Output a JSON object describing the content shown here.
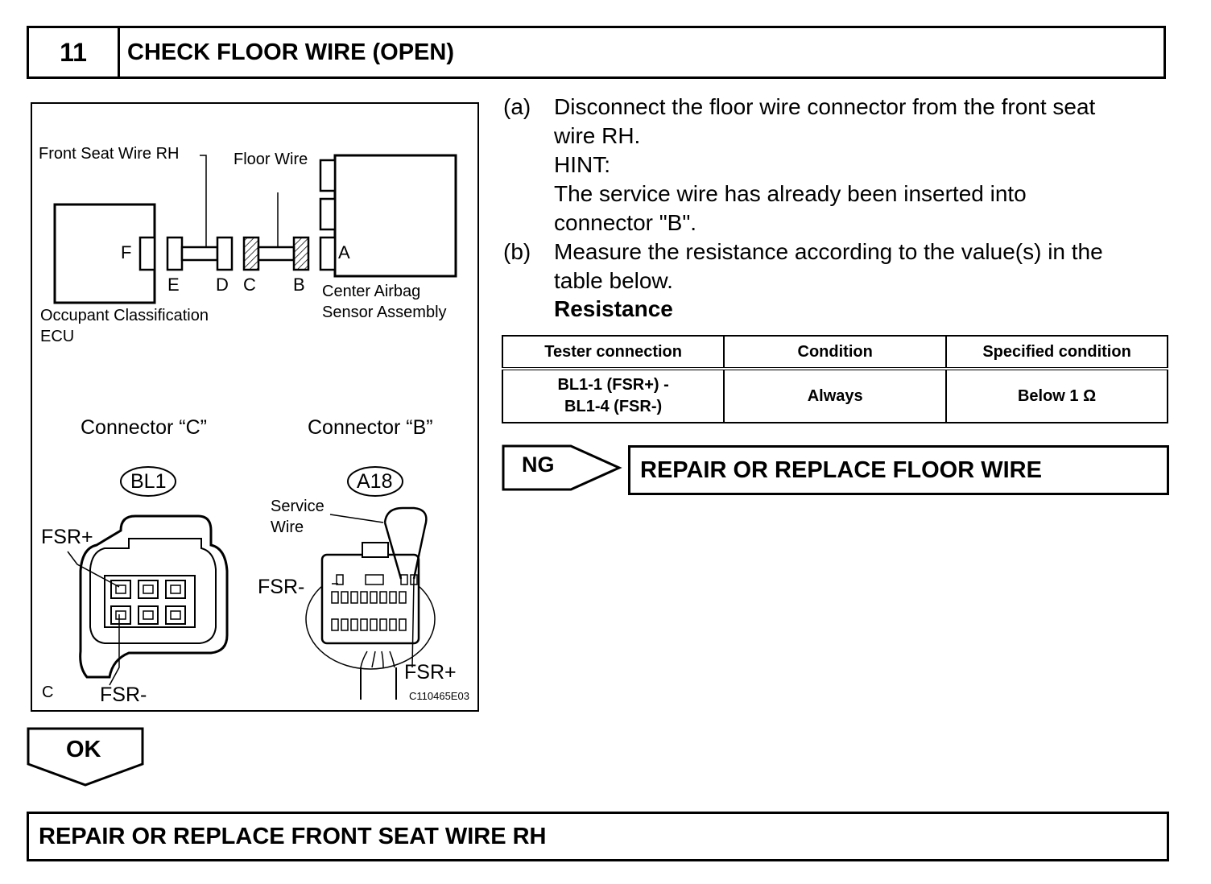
{
  "step": {
    "number": "11",
    "title": "CHECK FLOOR WIRE (OPEN)"
  },
  "figure": {
    "labels": {
      "front_seat_wire_rh": "Front Seat Wire RH",
      "floor_wire": "Floor Wire",
      "occupant_ecu_line1": "Occupant Classification",
      "occupant_ecu_line2": "ECU",
      "airbag_sensor_line1": "Center Airbag",
      "airbag_sensor_line2": "Sensor Assembly",
      "letter_f": "F",
      "letter_e": "E",
      "letter_d": "D",
      "letter_c": "C",
      "letter_b": "B",
      "letter_a": "A",
      "connector_c_title": "Connector “C”",
      "connector_b_title": "Connector “B”",
      "bl1": "BL1",
      "a18": "A18",
      "fsr_plus_left": "FSR+",
      "fsr_minus_left": "FSR-",
      "c_bottom": "C",
      "service_wire_line1": "Service",
      "service_wire_line2": "Wire",
      "fsr_minus_right": "FSR-",
      "fsr_plus_right": "FSR+",
      "code": "C110465E03"
    }
  },
  "instructions": [
    {
      "marker": "(a)",
      "lines": [
        "Disconnect the floor wire connector from the front seat",
        "wire RH.",
        "HINT:",
        "The service wire has already been inserted into",
        "connector \"B\"."
      ]
    },
    {
      "marker": "(b)",
      "lines": [
        "Measure the resistance according to the value(s) in the",
        "table below."
      ]
    }
  ],
  "resistance_title": "Resistance",
  "table": {
    "headers": [
      "Tester connection",
      "Condition",
      "Specified condition"
    ],
    "rows": [
      {
        "tester_line1": "BL1-1 (FSR+) -",
        "tester_line2": "BL1-4 (FSR-)",
        "condition": "Always",
        "specified": "Below 1 Ω"
      }
    ]
  },
  "ng": {
    "label": "NG",
    "action": "REPAIR OR REPLACE FLOOR WIRE"
  },
  "ok": {
    "label": "OK"
  },
  "final_action": "REPAIR OR REPLACE FRONT SEAT WIRE RH"
}
